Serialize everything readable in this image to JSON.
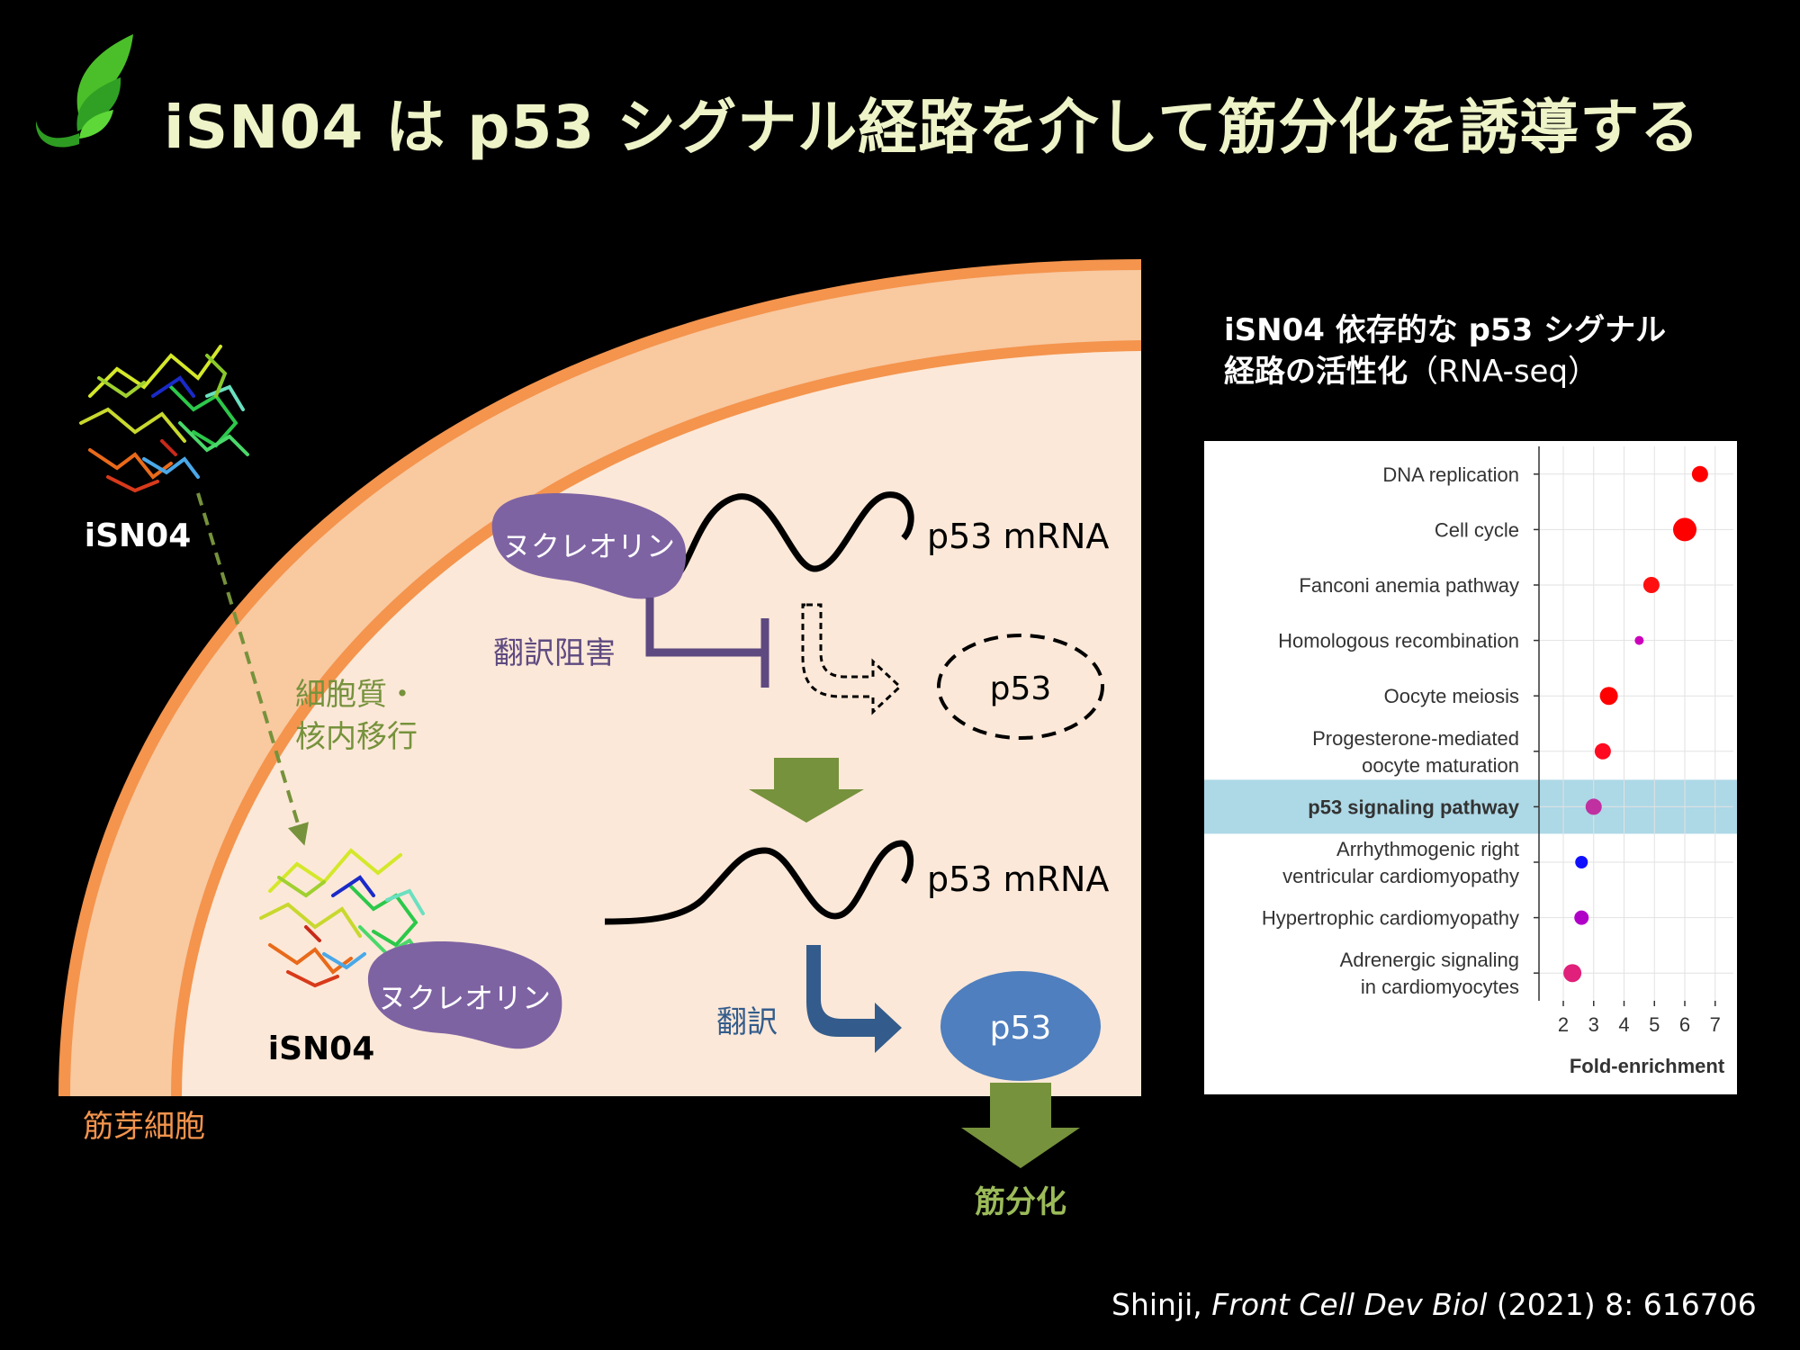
{
  "header": {
    "title": "iSN04 は p53 シグナル経路を介して筋分化を誘導する",
    "logo_icon": "leaf-logo-icon",
    "title_color": "#EEF3C8"
  },
  "diagram": {
    "cell_label": "筋芽細胞",
    "cell_colors": {
      "membrane": "#F4944D",
      "band": "#F9C9A0",
      "interior": "#FCE8D8"
    },
    "molecule_top_label": "iSN04",
    "transport_label_line1": "細胞質・",
    "transport_label_line2": "核内移行",
    "nucleolin_label_top": "ヌクレオリン",
    "mrna_label_top": "p53 mRNA",
    "inhibit_label": "翻訳阻害",
    "p53_top_label": "p53",
    "molecule_bottom_label": "iSN04",
    "nucleolin_label_bottom": "ヌクレオリン",
    "mrna_label_bottom": "p53 mRNA",
    "translate_label": "翻訳",
    "p53_bottom_label": "p53",
    "outcome_label": "筋分化",
    "colors": {
      "nucleolin": "#7E63A3",
      "p53": "#4F7FBE",
      "arrow_green": "#76923C",
      "translate_arrow": "#335C8C",
      "transport_arrow": "#76923C"
    }
  },
  "side_panel": {
    "title_line1": "iSN04 依存的な p53 シグナル",
    "title_line2_bold": "経路の活性化",
    "title_line2_light": "（RNA-seq）"
  },
  "chart_data": {
    "type": "scatter",
    "title": "",
    "xlabel": "Fold-enrichment",
    "ylabel": "",
    "xlim": [
      1.2,
      7.6
    ],
    "x_ticks": [
      2,
      3,
      4,
      5,
      6,
      7
    ],
    "grid": true,
    "highlight_category": "p53 signaling pathway",
    "highlight_color": "#ADD8E6",
    "points": [
      {
        "label": [
          "DNA replication"
        ],
        "x": 6.5,
        "size": 9,
        "color": "#FF0000"
      },
      {
        "label": [
          "Cell cycle"
        ],
        "x": 6.0,
        "size": 13,
        "color": "#FF0000"
      },
      {
        "label": [
          "Fanconi anemia pathway"
        ],
        "x": 4.9,
        "size": 9,
        "color": "#FF1010"
      },
      {
        "label": [
          "Homologous recombination"
        ],
        "x": 4.5,
        "size": 5,
        "color": "#CC00BB"
      },
      {
        "label": [
          "Oocyte meiosis"
        ],
        "x": 3.5,
        "size": 10,
        "color": "#FF0000"
      },
      {
        "label": [
          "Progesterone-mediated",
          "oocyte maturation"
        ],
        "x": 3.3,
        "size": 9,
        "color": "#FF0A20"
      },
      {
        "label": [
          "p53 signaling pathway"
        ],
        "x": 3.0,
        "size": 9,
        "color": "#C030A0"
      },
      {
        "label": [
          "Arrhythmogenic right",
          "ventricular cardiomyopathy"
        ],
        "x": 2.6,
        "size": 7,
        "color": "#1010FF"
      },
      {
        "label": [
          "Hypertrophic cardiomyopathy"
        ],
        "x": 2.6,
        "size": 8,
        "color": "#B000C8"
      },
      {
        "label": [
          "Adrenergic signaling",
          "in cardiomyocytes"
        ],
        "x": 2.3,
        "size": 10,
        "color": "#E0207A"
      }
    ]
  },
  "citation": {
    "author": "Shinji, ",
    "journal": "Front Cell Dev Biol",
    "details": " (2021) 8: 616706"
  }
}
